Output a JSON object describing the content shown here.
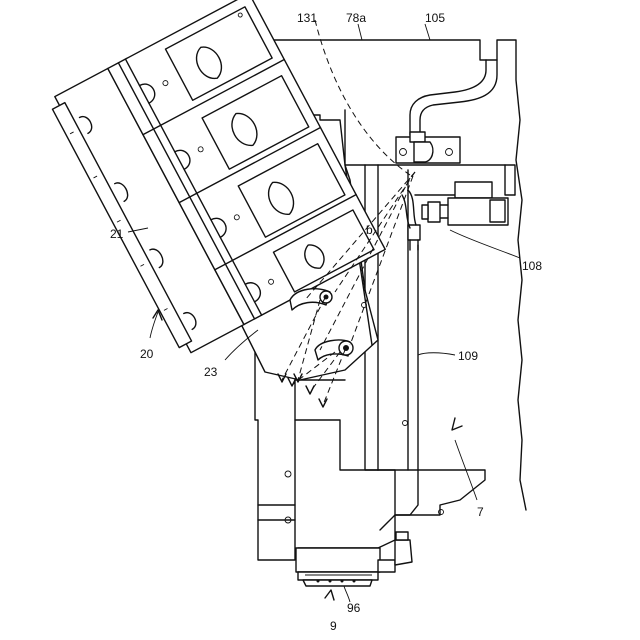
{
  "figure": {
    "labels": {
      "l131": "131",
      "l78a": "78a",
      "l105": "105",
      "l21": "21",
      "lb": "b",
      "l108": "108",
      "l20": "20",
      "l109": "109",
      "l23": "23",
      "l7": "7",
      "l96": "96",
      "l9": "9"
    }
  }
}
